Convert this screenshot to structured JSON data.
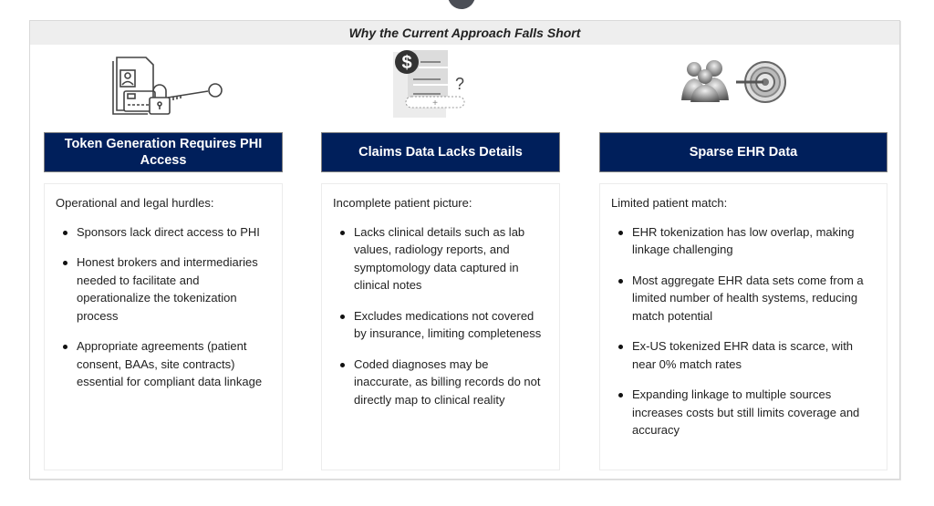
{
  "header": {
    "title": "Why the Current Approach Falls Short"
  },
  "columns": [
    {
      "icon": "id-card-lock-key-icon",
      "title": "Token Generation Requires PHI Access",
      "lead": "Operational and legal hurdles:",
      "bullets": [
        "Sponsors lack direct access to PHI",
        "Honest brokers and intermediaries needed to facilitate and operationalize the tokenization process",
        "Appropriate agreements (patient consent, BAAs, site contracts) essential for compliant data linkage"
      ]
    },
    {
      "icon": "claims-document-dollar-question-icon",
      "title": "Claims Data Lacks Details",
      "lead": "Incomplete patient picture:",
      "bullets": [
        "Lacks clinical details such as lab values, radiology reports, and symptomology data captured in clinical notes",
        "Excludes medications not covered by insurance, limiting completeness",
        "Coded diagnoses may be inaccurate, as billing records do not directly map to clinical reality"
      ]
    },
    {
      "icon": "people-target-icon",
      "title": "Sparse EHR Data",
      "lead": "Limited patient match:",
      "bullets": [
        "EHR tokenization has low overlap, making linkage challenging",
        "Most aggregate EHR data sets come from a limited number of health systems, reducing match potential",
        "Ex-US tokenized EHR data is scarce, with near 0% match rates",
        "Expanding linkage to multiple sources increases costs but still limits coverage and accuracy"
      ]
    }
  ],
  "colors": {
    "title_bg": "#001f5b",
    "header_bg": "#eeeeee",
    "dot": "#4b4e56"
  }
}
